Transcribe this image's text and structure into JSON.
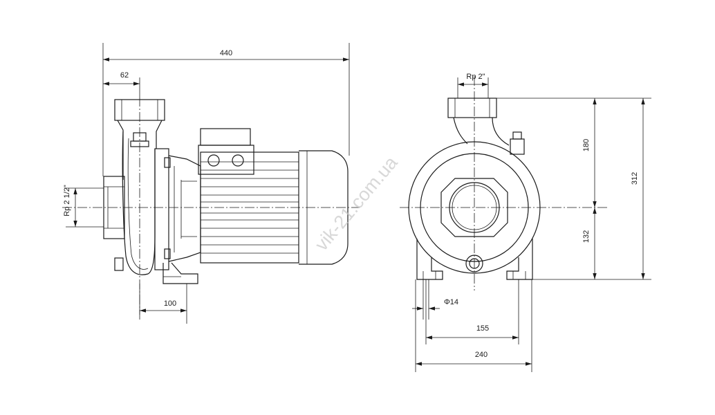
{
  "dimensions": {
    "overall_length": "440",
    "inlet_offset": "62",
    "inlet_thread": "Rp 2 1/2\"",
    "foot_offset": "100",
    "outlet_thread": "Rp 2\"",
    "height_upper": "180",
    "height_lower": "132",
    "total_height": "312",
    "hole_diameter": "Φ14",
    "foot_spacing": "155",
    "base_width": "240"
  },
  "watermark": "vik-21.com.ua"
}
